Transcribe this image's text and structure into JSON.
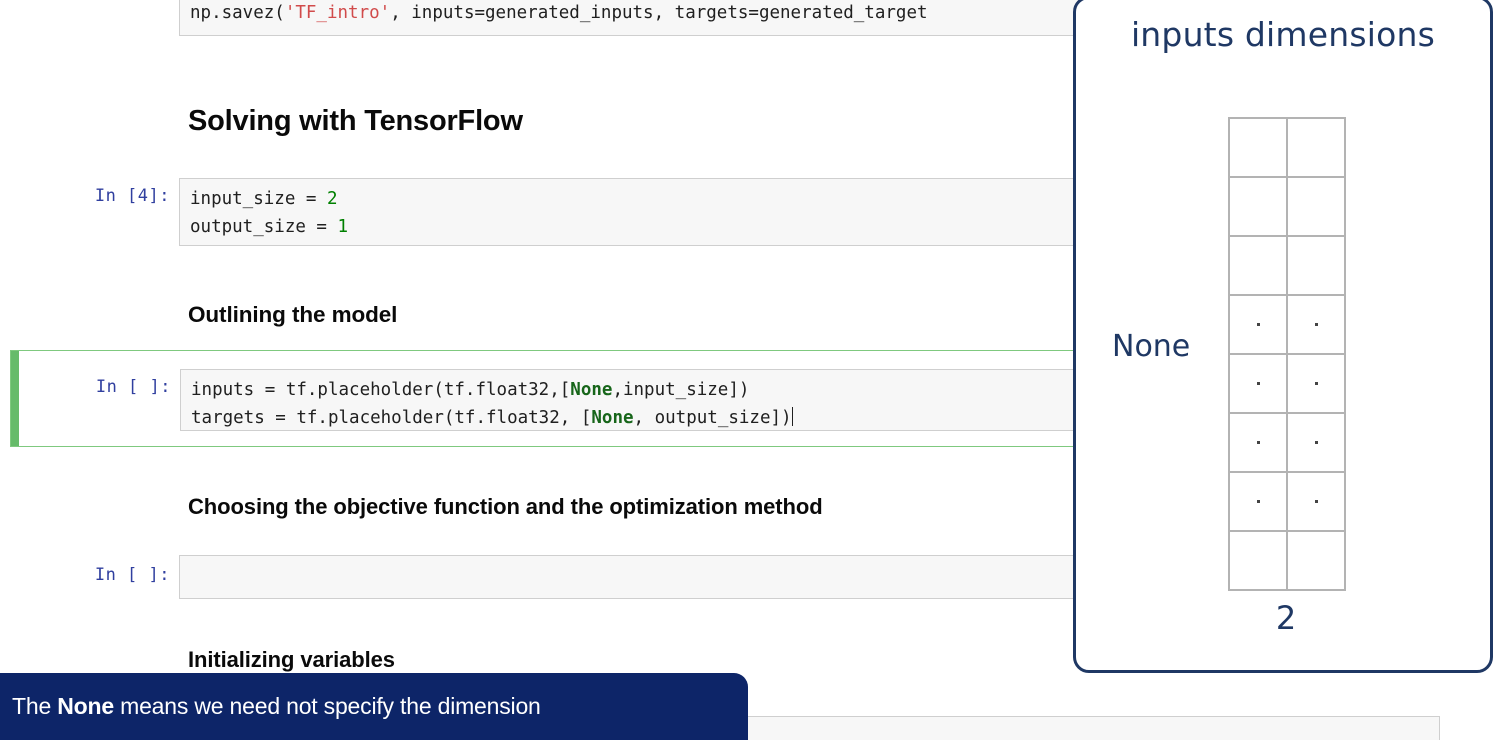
{
  "notebook": {
    "cells": [
      {
        "prompt": "",
        "code_line_1": "np.savez('TF_intro', inputs=generated_inputs, targets=generated_target",
        "str_token": "'TF_intro'",
        "prefix": "np.savez(",
        "suffix": ", inputs=generated_inputs, targets=generated_target"
      },
      {
        "prompt": "In [4]:",
        "line1_text": "input_size = ",
        "line1_num": "2",
        "line2_text": "output_size = ",
        "line2_num": "1"
      },
      {
        "prompt": "In [ ]:",
        "line1_a": "inputs = tf.placeholder(tf.float32,[",
        "line1_kw": "None",
        "line1_b": ",input_size])",
        "line2_a": "targets = tf.placeholder(tf.float32, [",
        "line2_kw": "None",
        "line2_b": ", output_size])"
      },
      {
        "prompt": "In [ ]:",
        "code": ""
      },
      {
        "prompt": "",
        "code": ""
      }
    ],
    "headings": {
      "solving": "Solving with TensorFlow",
      "outlining": "Outlining the model",
      "choosing": "Choosing the objective function and the optimization method",
      "initializing": "Initializing variables"
    }
  },
  "diagram": {
    "title": "inputs dimensions",
    "row_label": "None",
    "col_label": "2",
    "columns": 2,
    "rows": 8,
    "dotted_rows": [
      4,
      5,
      6,
      7
    ],
    "border_color": "#1f3864",
    "text_color": "#1f3864",
    "grid_line_color": "#b3b3b3"
  },
  "caption": {
    "prefix": "The ",
    "bold": "None",
    "suffix": " means we need not specify the dimension",
    "background": "#0d2568",
    "text_color": "#ffffff"
  }
}
